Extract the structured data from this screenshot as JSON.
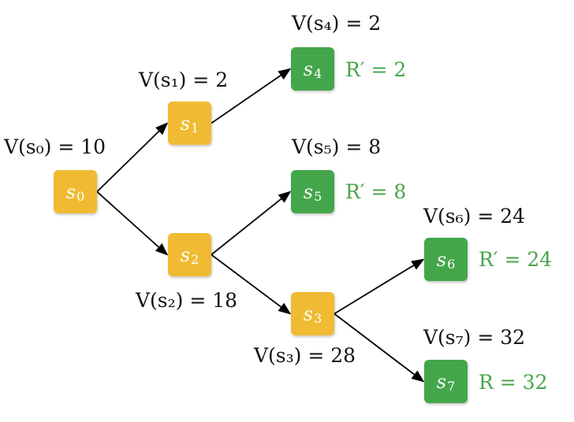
{
  "colors": {
    "state": "#f0bb33",
    "leaf": "#44a64a",
    "reward": "#47a54b",
    "edge": "#000000"
  },
  "nodes": [
    {
      "id": "s0",
      "letter": "s",
      "sub": "0",
      "kind": "state"
    },
    {
      "id": "s1",
      "letter": "s",
      "sub": "1",
      "kind": "state"
    },
    {
      "id": "s2",
      "letter": "s",
      "sub": "2",
      "kind": "state"
    },
    {
      "id": "s3",
      "letter": "s",
      "sub": "3",
      "kind": "state"
    },
    {
      "id": "s4",
      "letter": "s",
      "sub": "4",
      "kind": "leaf"
    },
    {
      "id": "s5",
      "letter": "s",
      "sub": "5",
      "kind": "leaf"
    },
    {
      "id": "s6",
      "letter": "s",
      "sub": "6",
      "kind": "leaf"
    },
    {
      "id": "s7",
      "letter": "s",
      "sub": "7",
      "kind": "leaf"
    }
  ],
  "values": {
    "v0": "V(s₀) = 10",
    "v1": "V(s₁) = 2",
    "v2": "V(s₂) = 18",
    "v3": "V(s₃) = 28",
    "v4": "V(s₄) = 2",
    "v5": "V(s₅) = 8",
    "v6": "V(s₆) = 24",
    "v7": "V(s₇) = 32"
  },
  "rewards": {
    "r4": "R′ = 2",
    "r5": "R′ = 8",
    "r6": "R′ = 24",
    "r7": "R = 32"
  },
  "edges": [
    [
      "s0",
      "s1"
    ],
    [
      "s0",
      "s2"
    ],
    [
      "s1",
      "s4"
    ],
    [
      "s2",
      "s5"
    ],
    [
      "s2",
      "s3"
    ],
    [
      "s3",
      "s6"
    ],
    [
      "s3",
      "s7"
    ]
  ]
}
